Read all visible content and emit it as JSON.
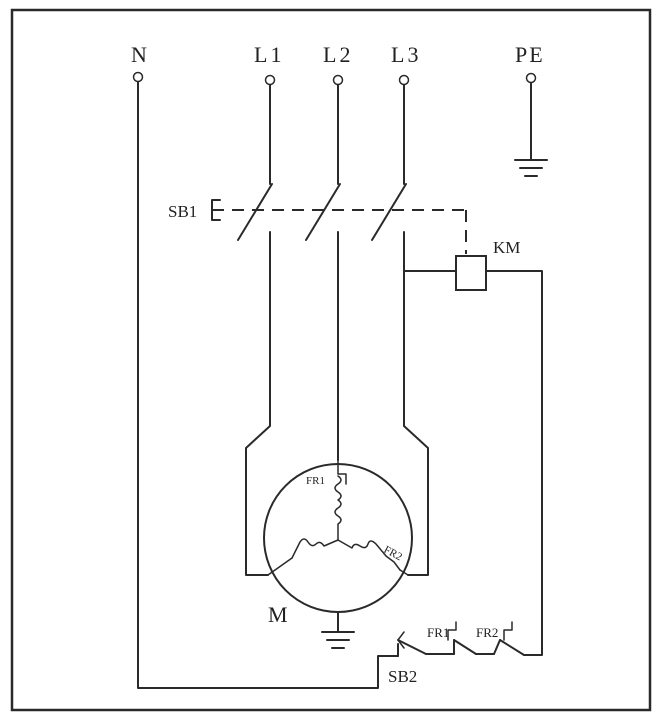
{
  "terminals": {
    "n": "N",
    "l1": "L1",
    "l2": "L2",
    "l3": "L3",
    "pe": "PE"
  },
  "components": {
    "main_switch": "SB1",
    "contactor_coil": "KM",
    "motor": "M",
    "push_button": "SB2",
    "overload_1": "FR1",
    "overload_2": "FR2"
  },
  "motor_winding_labels": {
    "top": "FR1",
    "bottom_right": "FR2"
  },
  "colors": {
    "line": "#2a2a2a",
    "background": "#ffffff"
  }
}
